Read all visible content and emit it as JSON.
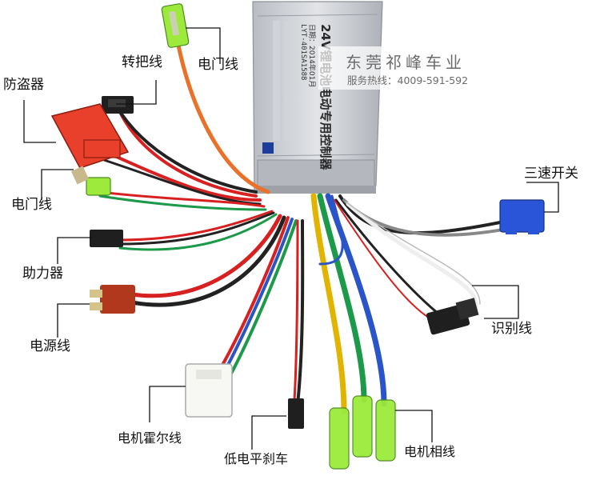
{
  "labels": {
    "throttle_top": "电门线",
    "handlebar": "转把线",
    "anti_theft": "防盗器",
    "throttle_left": "电门线",
    "power_assist": "助力器",
    "power_cable": "电源线",
    "hall_sensor": "电机霍尔线",
    "low_brake": "低电平刹车",
    "phase_wire": "电机相线",
    "identify": "识别线",
    "three_speed": "三速开关"
  },
  "watermark": {
    "company": "东莞祁峰车业",
    "phone": "服务热线：4009-591-592"
  },
  "device_label": {
    "title": "24V锂电池电动专用控制器",
    "model": "LYT-401SA1588",
    "date": "日期：2014年01月"
  },
  "colors": {
    "casing": "#c9ccd1",
    "wire_red": "#d92020",
    "wire_black": "#222222",
    "wire_blue": "#2a55c8",
    "wire_green": "#1c9a4a",
    "wire_yellow": "#e0b400",
    "wire_orange": "#e9712a",
    "connector_lime": "#9dea3c",
    "connector_red": "#e8402a",
    "connector_blue": "#2a55d8"
  }
}
